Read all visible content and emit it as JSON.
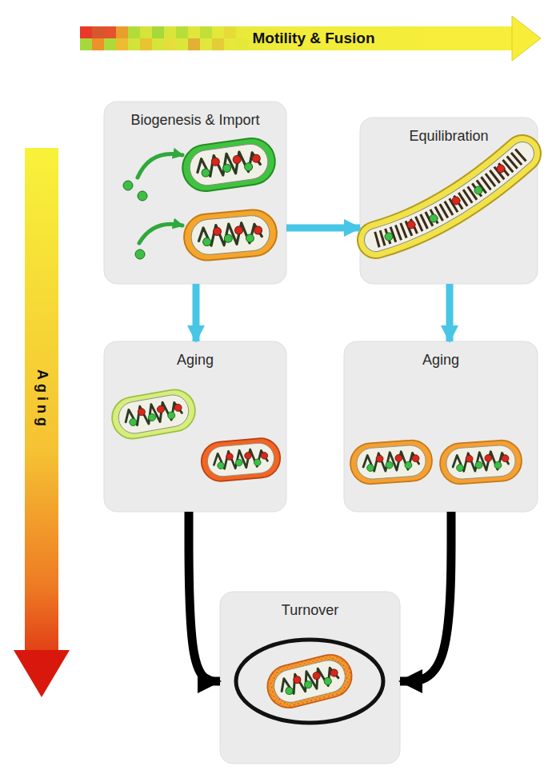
{
  "diagram": {
    "nodes": [
      {
        "text": [
          "Biogenesis & Import"
        ]
      },
      {
        "text": [
          "Equilibration"
        ]
      },
      {
        "text": [
          "Aging"
        ]
      },
      {
        "text": [
          "Aging"
        ]
      },
      {
        "text": [
          "Turnover"
        ]
      }
    ],
    "edges": [
      {
        "from": 0,
        "to": 1,
        "arrow": "to"
      },
      {
        "from": 0,
        "to": 2,
        "arrow": "to"
      },
      {
        "from": 1,
        "to": 3,
        "arrow": "to"
      },
      {
        "from": 2,
        "to": 4,
        "arrow": "to"
      },
      {
        "from": 3,
        "to": 4,
        "arrow": "to"
      }
    ],
    "labels": [
      "Motility & Fusion",
      "Aging"
    ]
  }
}
